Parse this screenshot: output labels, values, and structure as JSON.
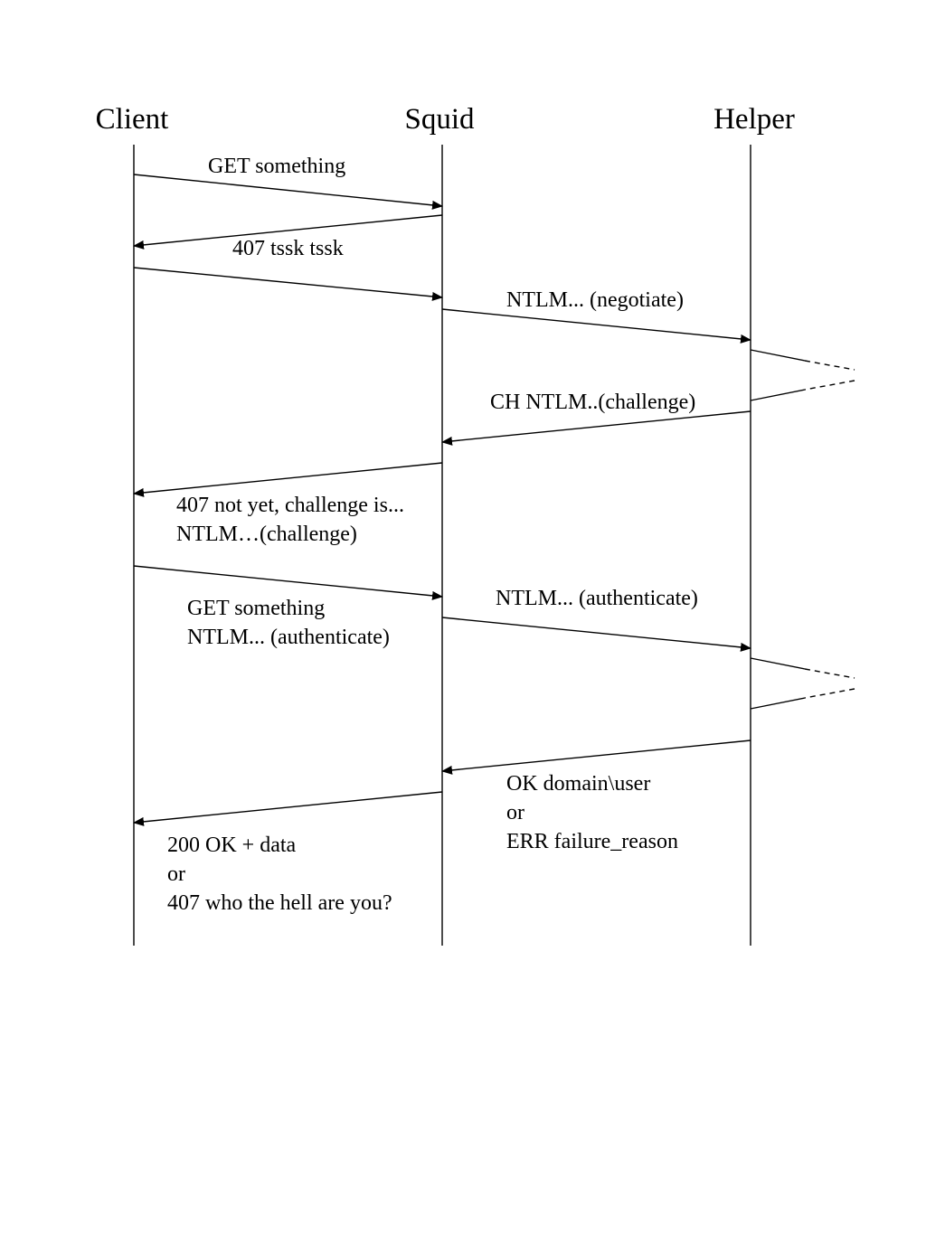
{
  "participants": {
    "client": "Client",
    "squid": "Squid",
    "helper": "Helper"
  },
  "messages": {
    "m1": "GET something",
    "m2": "407 tssk tssk",
    "m4": "NTLM... (negotiate)",
    "m5": "CH NTLM..(challenge)",
    "m6_line1": "407 not yet, challenge is...",
    "m6_line2": "NTLM…(challenge)",
    "m7_line1": "GET something",
    "m7_line2": "NTLM... (authenticate)",
    "m8": "NTLM... (authenticate)",
    "m9_line1": "OK domain\\user",
    "m9_line2": "or",
    "m9_line3": "ERR failure_reason",
    "m10_line1": "200 OK + data",
    "m10_line2": "or",
    "m10_line3": "407 who the hell are you?"
  }
}
